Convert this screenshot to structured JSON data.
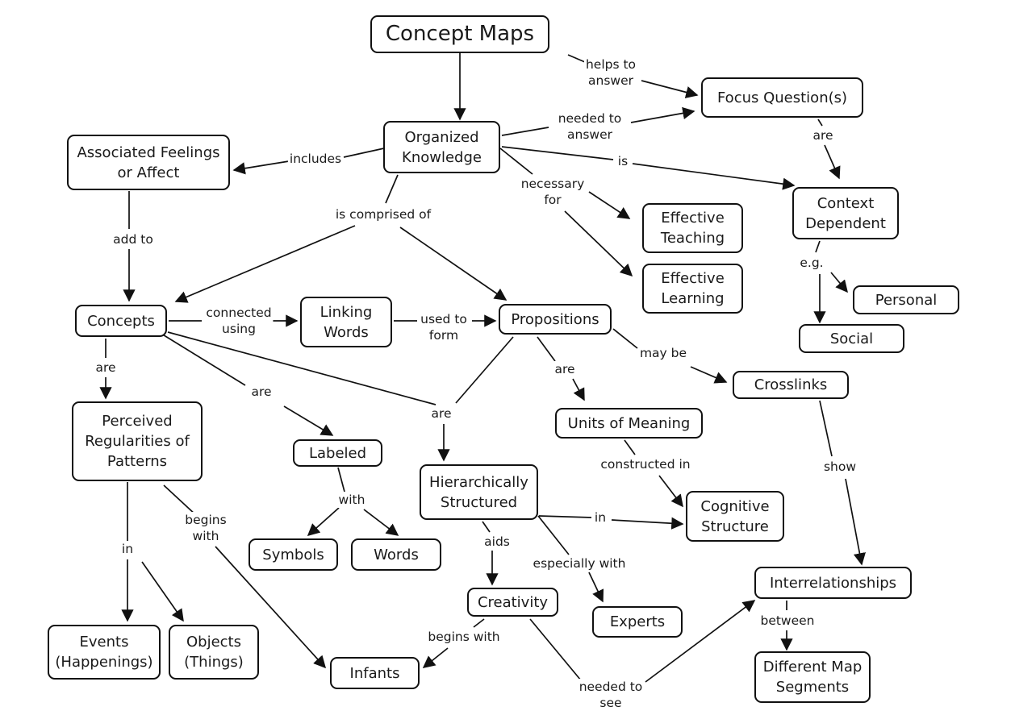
{
  "nodes": {
    "concept_maps": "Concept Maps",
    "focus_question": "Focus Question(s)",
    "organized_knowledge": "Organized\nKnowledge",
    "associated_feelings": "Associated Feelings\nor Affect",
    "context_dependent": "Context\nDependent",
    "effective_teaching": "Effective\nTeaching",
    "effective_learning": "Effective\nLearning",
    "personal": "Personal",
    "social": "Social",
    "concepts": "Concepts",
    "linking_words": "Linking\nWords",
    "propositions": "Propositions",
    "crosslinks": "Crosslinks",
    "perceived_regularities": "Perceived\nRegularities of\nPatterns",
    "labeled": "Labeled",
    "units_of_meaning": "Units of Meaning",
    "hierarchically_structured": "Hierarchically\nStructured",
    "cognitive_structure": "Cognitive\nStructure",
    "symbols": "Symbols",
    "words": "Words",
    "interrelationships": "Interrelationships",
    "creativity": "Creativity",
    "experts": "Experts",
    "events": "Events\n(Happenings)",
    "objects": "Objects\n(Things)",
    "infants": "Infants",
    "different_map_segments": "Different Map\nSegments"
  },
  "links": {
    "helps_to_answer": "helps to\nanswer",
    "needed_to_answer": "needed to\nanswer",
    "includes": "includes",
    "is": "is",
    "are_focus": "are",
    "necessary_for": "necessary\nfor",
    "is_comprised_of": "is comprised of",
    "add_to": "add to",
    "eg": "e.g.",
    "connected_using": "connected\nusing",
    "used_to_form": "used to\nform",
    "may_be": "may be",
    "are_concepts": "are",
    "are_labeled": "are",
    "are_hier": "are",
    "are_units": "are",
    "with": "with",
    "constructed_in": "constructed in",
    "show": "show",
    "in_cognitive": "in",
    "aids": "aids",
    "especially_with": "especially with",
    "in_events": "in",
    "begins_with_perceived": "begins\nwith",
    "begins_with_creativity": "begins with",
    "between": "between",
    "needed_to_see": "needed to\nsee"
  }
}
